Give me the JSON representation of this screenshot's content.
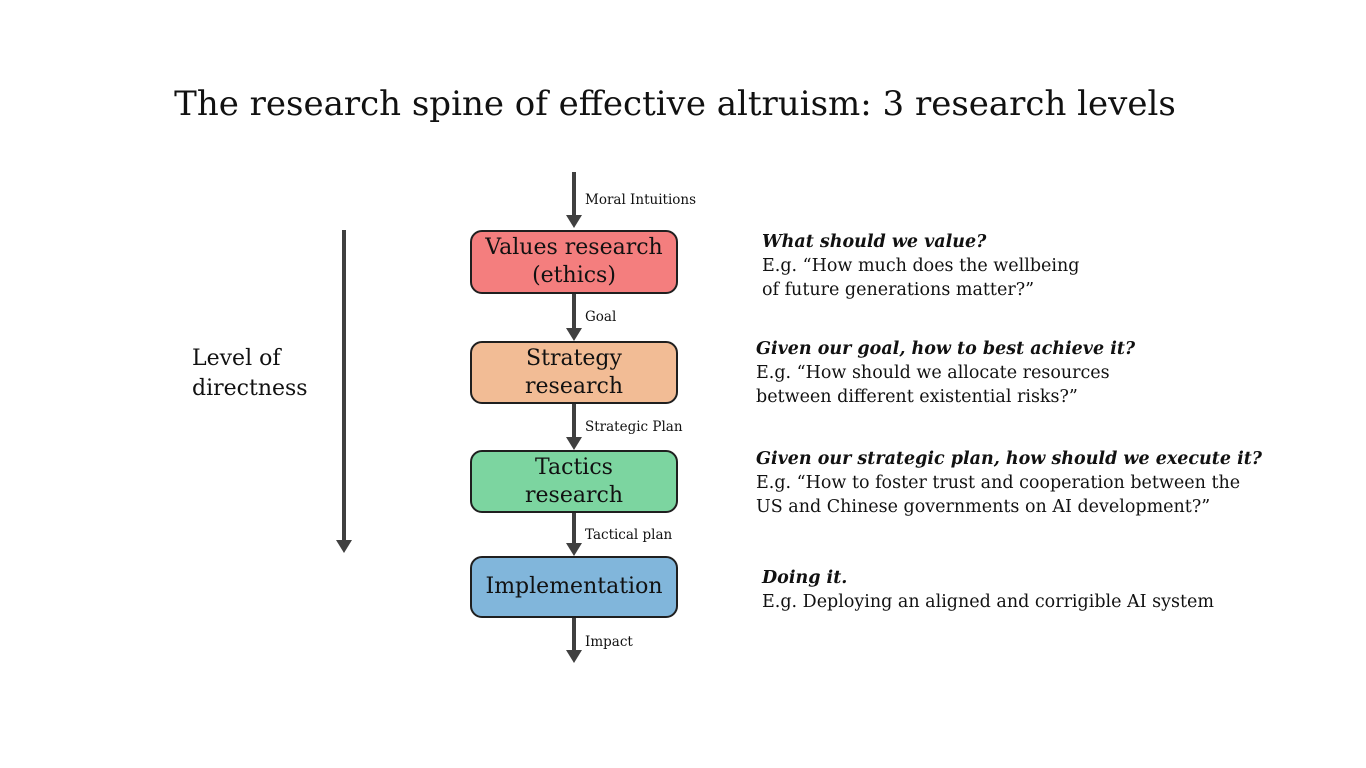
{
  "title": "The research spine of effective altruism: 3 research levels",
  "directness_axis": {
    "label": "Level of\ndirectness"
  },
  "spine": {
    "top_arrow_label": "Moral Intuitions",
    "nodes": [
      {
        "id": "values-research",
        "label": "Values research\n(ethics)",
        "color": "#f47e7e",
        "arrow_label_below": "Goal"
      },
      {
        "id": "strategy-research",
        "label": "Strategy\nresearch",
        "color": "#f2bc95",
        "arrow_label_below": "Strategic Plan"
      },
      {
        "id": "tactics-research",
        "label": "Tactics\nresearch",
        "color": "#7cd5a0",
        "arrow_label_below": "Tactical plan"
      },
      {
        "id": "implementation",
        "label": "Implementation",
        "color": "#81b6db",
        "arrow_label_below": "Impact"
      }
    ]
  },
  "annotations": [
    {
      "question": "What should we value?",
      "example": "E.g. “How much does the wellbeing\nof future generations matter?”"
    },
    {
      "question": "Given our goal, how to best achieve it?",
      "example": "E.g. “How should we allocate resources\nbetween different existential risks?”"
    },
    {
      "question": "Given our strategic plan, how should we execute it?",
      "example": "E.g. “How to foster trust and cooperation between the\nUS and Chinese governments on AI development?”"
    },
    {
      "question": "Doing it.",
      "example": "E.g. Deploying an aligned and corrigible AI system"
    }
  ],
  "colors": {
    "background": "#ffffff",
    "box_border": "#1f1f1f",
    "arrow": "#404040",
    "text": "#111111"
  }
}
